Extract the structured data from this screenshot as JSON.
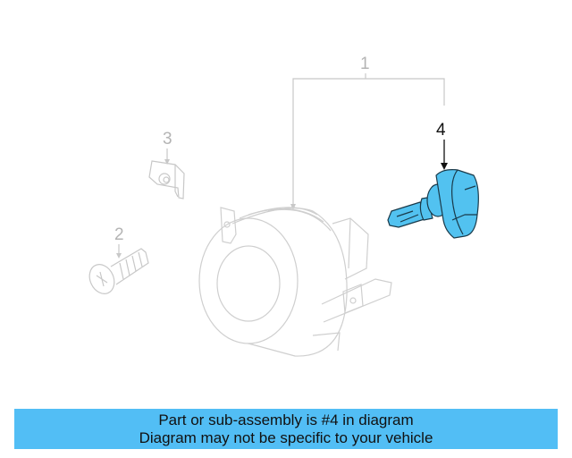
{
  "diagram": {
    "callouts": [
      {
        "number": "1",
        "label_text": "1",
        "highlighted": false
      },
      {
        "number": "2",
        "label_text": "2",
        "highlighted": false
      },
      {
        "number": "3",
        "label_text": "3",
        "highlighted": false
      },
      {
        "number": "4",
        "label_text": "4",
        "highlighted": true
      }
    ],
    "colors": {
      "line_gray": "#c8c8c8",
      "callout_gray": "#b4b4b4",
      "highlight_fill": "#52c2f0",
      "highlight_stroke": "#1a3a4a",
      "dark_text": "#111111"
    }
  },
  "banner": {
    "line1": "Part or sub-assembly is #4 in diagram",
    "line2": "Diagram may not be specific to your vehicle",
    "background": "#52bef5"
  }
}
